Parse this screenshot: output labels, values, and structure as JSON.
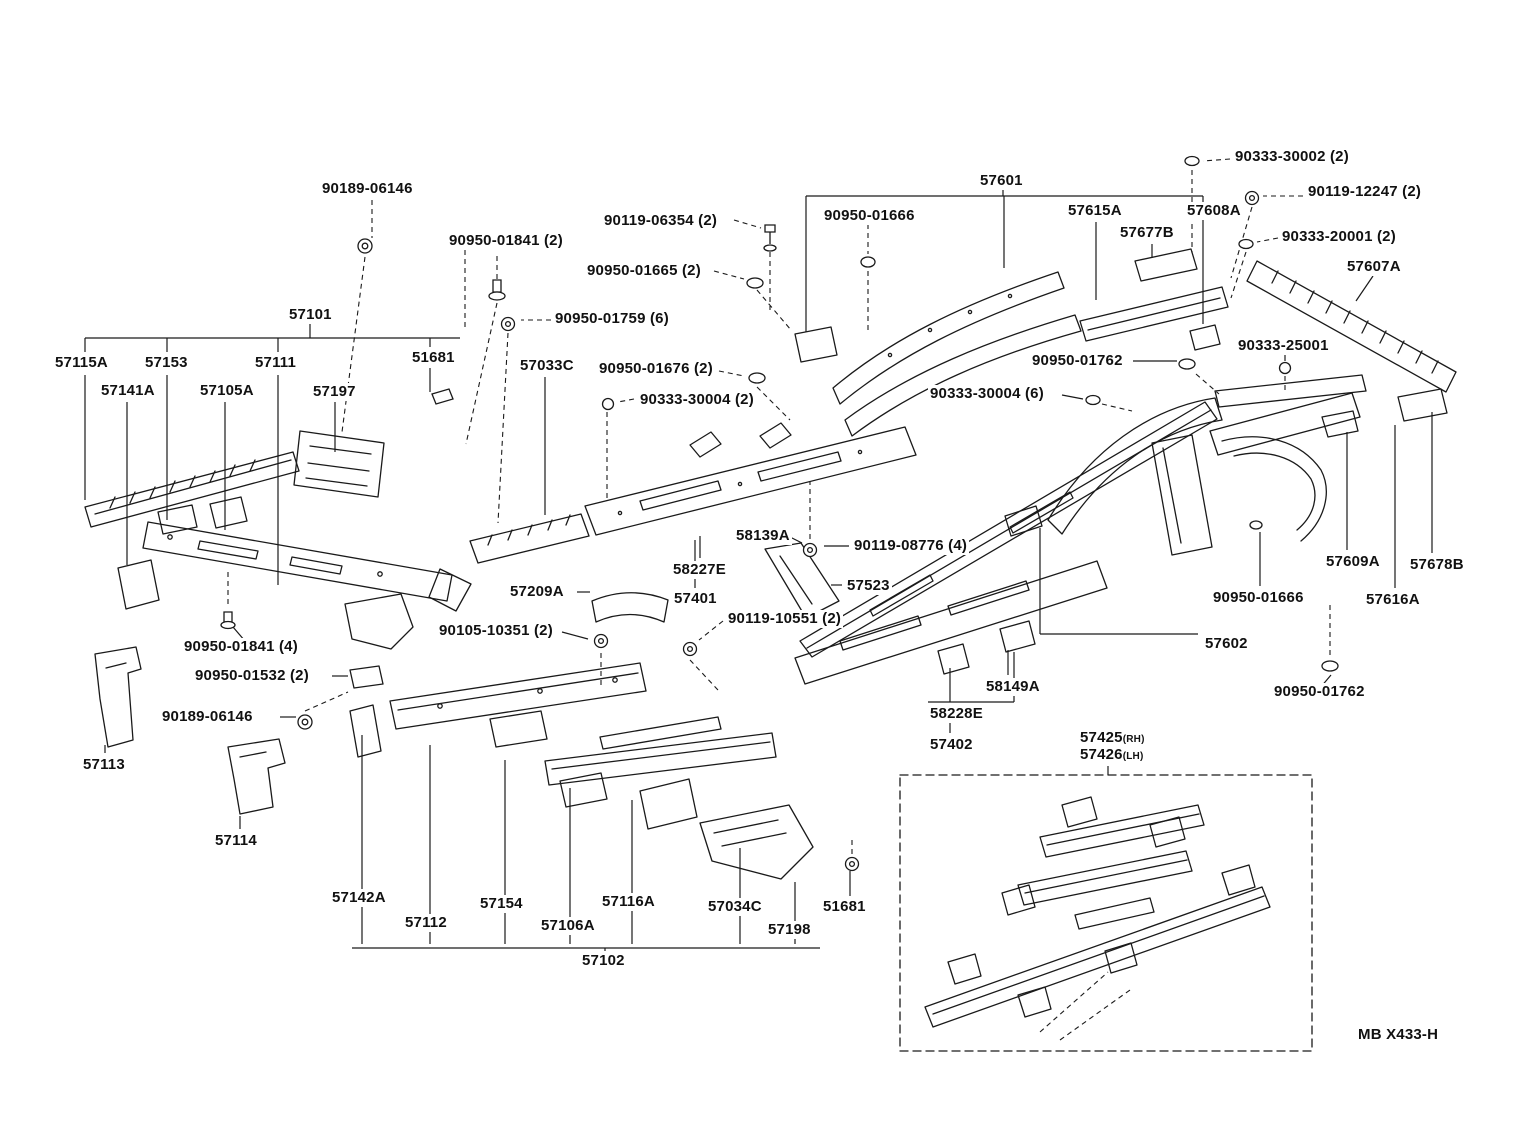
{
  "colors": {
    "ink": "#1a1a1a",
    "background": "#ffffff"
  },
  "plate": {
    "code": "MB X433-H"
  },
  "labels": [
    {
      "text": "90189-06146"
    },
    {
      "text": "90950-01841 (2)"
    },
    {
      "text": "90119-06354 (2)"
    },
    {
      "text": "90950-01665 (2)"
    },
    {
      "text": "90950-01666"
    },
    {
      "text": "57601"
    },
    {
      "text": "57615A"
    },
    {
      "text": "57608A"
    },
    {
      "text": "57677B"
    },
    {
      "text": "90333-30002 (2)"
    },
    {
      "text": "90119-12247 (2)"
    },
    {
      "text": "90333-20001 (2)"
    },
    {
      "text": "57607A"
    },
    {
      "text": "90950-01759 (6)"
    },
    {
      "text": "57101"
    },
    {
      "text": "57115A"
    },
    {
      "text": "57153"
    },
    {
      "text": "57111"
    },
    {
      "text": "51681"
    },
    {
      "text": "57033C"
    },
    {
      "text": "90950-01676 (2)"
    },
    {
      "text": "57141A"
    },
    {
      "text": "57105A"
    },
    {
      "text": "57197"
    },
    {
      "text": "90333-30004 (2)"
    },
    {
      "text": "90950-01762"
    },
    {
      "text": "90333-25001"
    },
    {
      "text": "90333-30004 (6)"
    },
    {
      "text": "58139A"
    },
    {
      "text": "90119-08776 (4)"
    },
    {
      "text": "58227E"
    },
    {
      "text": "57523"
    },
    {
      "text": "57209A"
    },
    {
      "text": "57401"
    },
    {
      "text": "57609A"
    },
    {
      "text": "57678B"
    },
    {
      "text": "90950-01666"
    },
    {
      "text": "57616A"
    },
    {
      "text": "90105-10351 (2)"
    },
    {
      "text": "90119-10551 (2)"
    },
    {
      "text": "90950-01841 (4)"
    },
    {
      "text": "57602"
    },
    {
      "text": "90950-01532 (2)"
    },
    {
      "text": "58149A"
    },
    {
      "text": "90950-01762"
    },
    {
      "text": "90189-06146"
    },
    {
      "text": "58228E"
    },
    {
      "text": "57402"
    },
    {
      "text": "57425",
      "suffix": "(RH)"
    },
    {
      "text": "57426",
      "suffix": "(LH)"
    },
    {
      "text": "57113"
    },
    {
      "text": "57114"
    },
    {
      "text": "57142A"
    },
    {
      "text": "57112"
    },
    {
      "text": "57154"
    },
    {
      "text": "57116A"
    },
    {
      "text": "57106A"
    },
    {
      "text": "57034C"
    },
    {
      "text": "51681"
    },
    {
      "text": "57198"
    },
    {
      "text": "57102"
    },
    {
      "text": "MB X433-H"
    }
  ]
}
